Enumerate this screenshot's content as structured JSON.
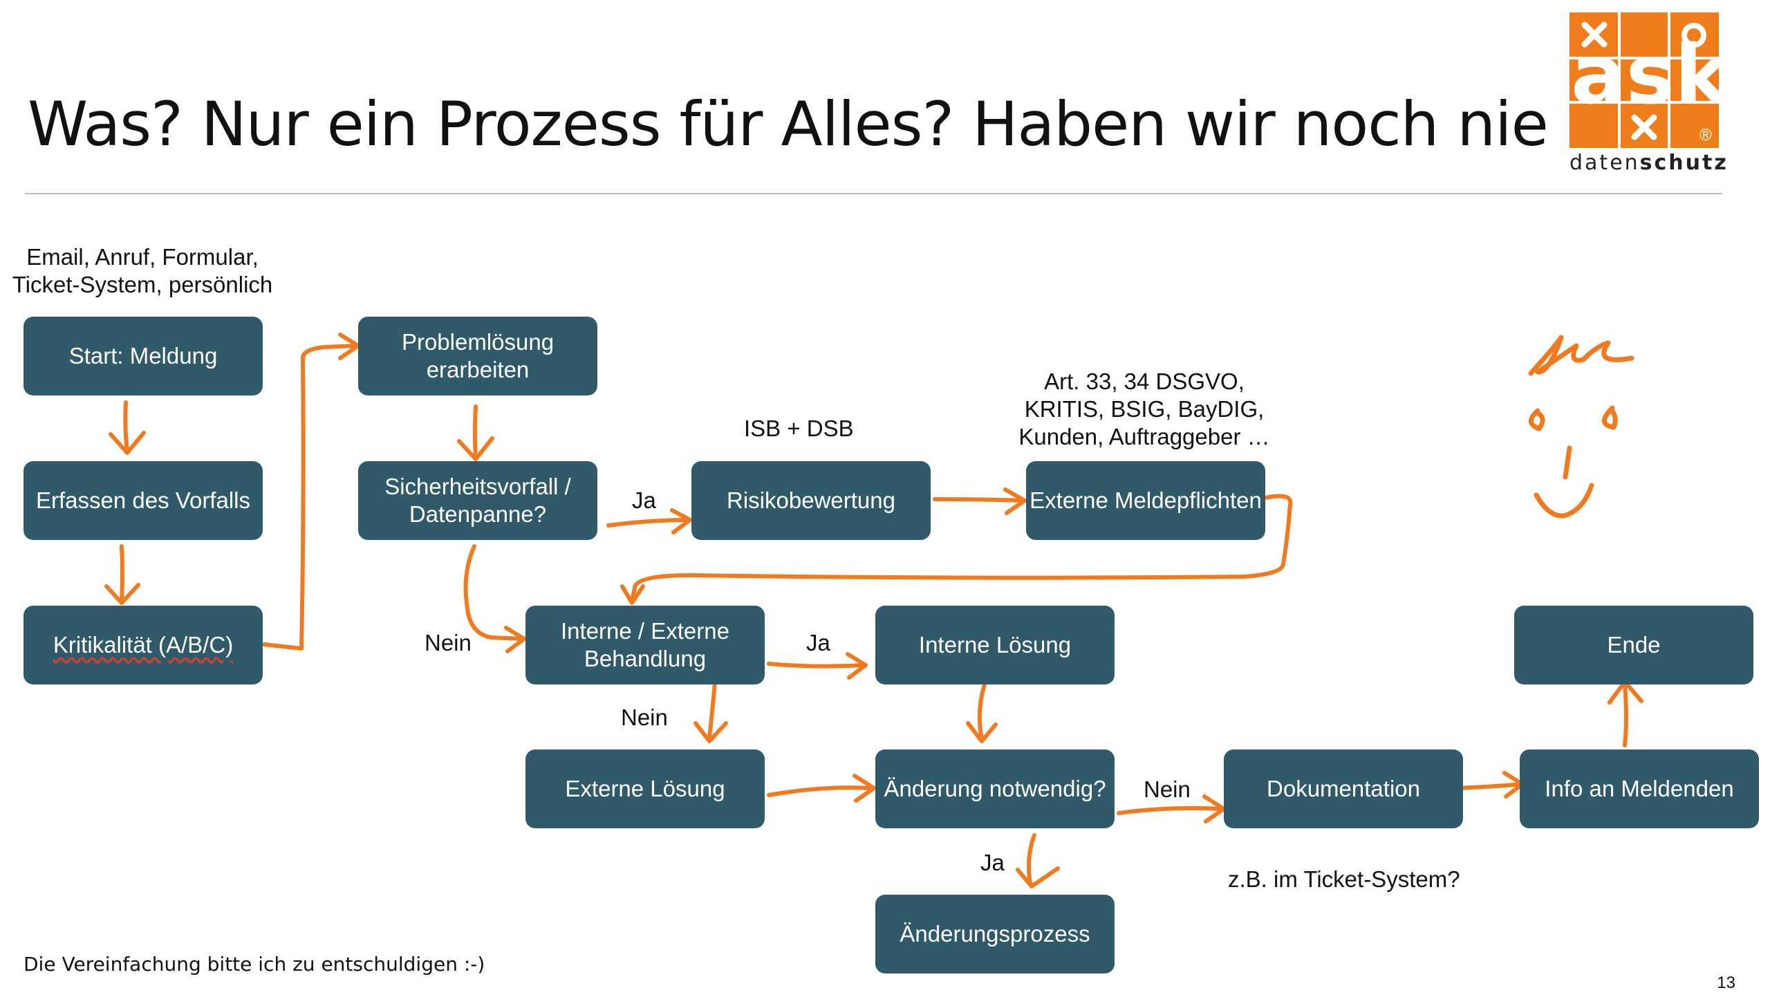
{
  "title": "Was? Nur ein Prozess für Alles? Haben wir noch nie so …",
  "logo": {
    "brand": "ask",
    "sub_light": "daten",
    "sub_bold": "schutz",
    "registered": "®"
  },
  "boxes": {
    "start": "Start: Meldung",
    "erfassen": "Erfassen des Vorfalls",
    "kritikalitaet": "Kritikalität (A/B/C)",
    "problemloesung": "Problemlösung erarbeiten",
    "sicherheitsvorfall": "Sicherheitsvorfall / Datenpanne?",
    "risikobewertung": "Risikobewertung",
    "externe_meldepflichten": "Externe Meldepflichten",
    "interne_externe": "Interne / Externe Behandlung",
    "interne_loesung": "Interne Lösung",
    "externe_loesung": "Externe Lösung",
    "aenderung_notwendig": "Änderung notwendig?",
    "aenderungsprozess": "Änderungsprozess",
    "dokumentation": "Dokumentation",
    "info_an_meldenden": "Info an Meldenden",
    "ende": "Ende"
  },
  "labels": {
    "channels_line1": "Email, Anruf, Formular,",
    "channels_line2": "Ticket-System, persönlich",
    "isb_dsb": "ISB + DSB",
    "legal_line1": "Art. 33, 34 DSGVO,",
    "legal_line2": "KRITIS, BSIG, BayDIG,",
    "legal_line3": "Kunden, Auftraggeber …",
    "ja_risk": "Ja",
    "nein_interne": "Nein",
    "ja_interne": "Ja",
    "nein_externe": "Nein",
    "nein_doku": "Nein",
    "ja_aenderung": "Ja",
    "ticket_hint": "z.B. im Ticket-System?"
  },
  "footnote": "Die Vereinfachung bitte ich zu entschuldigen :-)",
  "page_number": "13",
  "colors": {
    "box": "#305a6a",
    "arrow": "#f07a20",
    "logo": "#ef7d1b"
  }
}
